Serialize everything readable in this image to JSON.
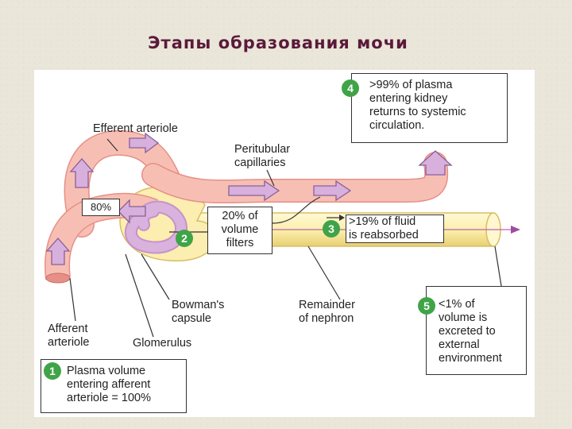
{
  "title": "Этапы образования мочи",
  "labels": {
    "efferent": "Efferent arteriole",
    "peritubular": "Peritubular\ncapillaries",
    "bowman": "Bowman's\ncapsule",
    "remainder": "Remainder\nof nephron",
    "afferent": "Afferent\narteriole",
    "glomerulus": "Glomerulus"
  },
  "steps": [
    {
      "num": "1",
      "text": "Plasma volume\nentering afferent\narteriole = 100%"
    },
    {
      "num": "2",
      "text": "20% of\nvolume\nfilters"
    },
    {
      "num": "3",
      "text": ">19% of fluid\nis reabsorbed"
    },
    {
      "num": "4",
      "text": ">99% of plasma\nentering kidney\nreturns to systemic\ncirculation."
    },
    {
      "num": "5",
      "text": "<1% of\nvolume is\nexcreted to\nexternal\nenvironment"
    }
  ],
  "percent_box": "80%",
  "colors": {
    "vessel": "#f7bfb4",
    "vessel_edge": "#e78f86",
    "tubule": "#fbf1b8",
    "tubule_edge": "#dcc26a",
    "arrow": "#d7b0dd",
    "arrow_edge": "#8a5f96",
    "badge": "#3fa447"
  }
}
